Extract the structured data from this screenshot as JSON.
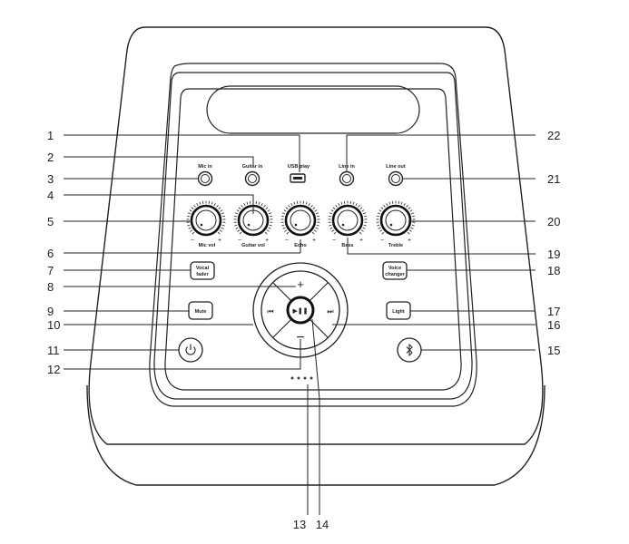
{
  "callouts": {
    "c1": "1",
    "c2": "2",
    "c3": "3",
    "c4": "4",
    "c5": "5",
    "c6": "6",
    "c7": "7",
    "c8": "8",
    "c9": "9",
    "c10": "10",
    "c11": "11",
    "c12": "12",
    "c13": "13",
    "c14": "14",
    "c15": "15",
    "c16": "16",
    "c17": "17",
    "c18": "18",
    "c19": "19",
    "c20": "20",
    "c21": "21",
    "c22": "22"
  },
  "ports": {
    "mic_in": "Mic in",
    "guitar_in": "Guitar in",
    "usb_play": "USB play",
    "line_in": "Line in",
    "line_out": "Line out"
  },
  "knobs": {
    "mic_vol": "Mic vol",
    "guitar_vol": "Guitar vol",
    "echo": "Echo",
    "bass": "Bass",
    "treble": "Treble",
    "minus": "−",
    "plus": "+"
  },
  "buttons": {
    "vocal_fader_1": "Vocal",
    "vocal_fader_2": "fader",
    "voice_changer_1": "Voice",
    "voice_changer_2": "changer",
    "mute": "Mute",
    "light": "Light",
    "vol_up": "+",
    "vol_down": "−",
    "prev": "⏮",
    "next": "⏭",
    "play_pause": "▶❚❚",
    "power": "⏻",
    "bluetooth": "ᛒ"
  }
}
